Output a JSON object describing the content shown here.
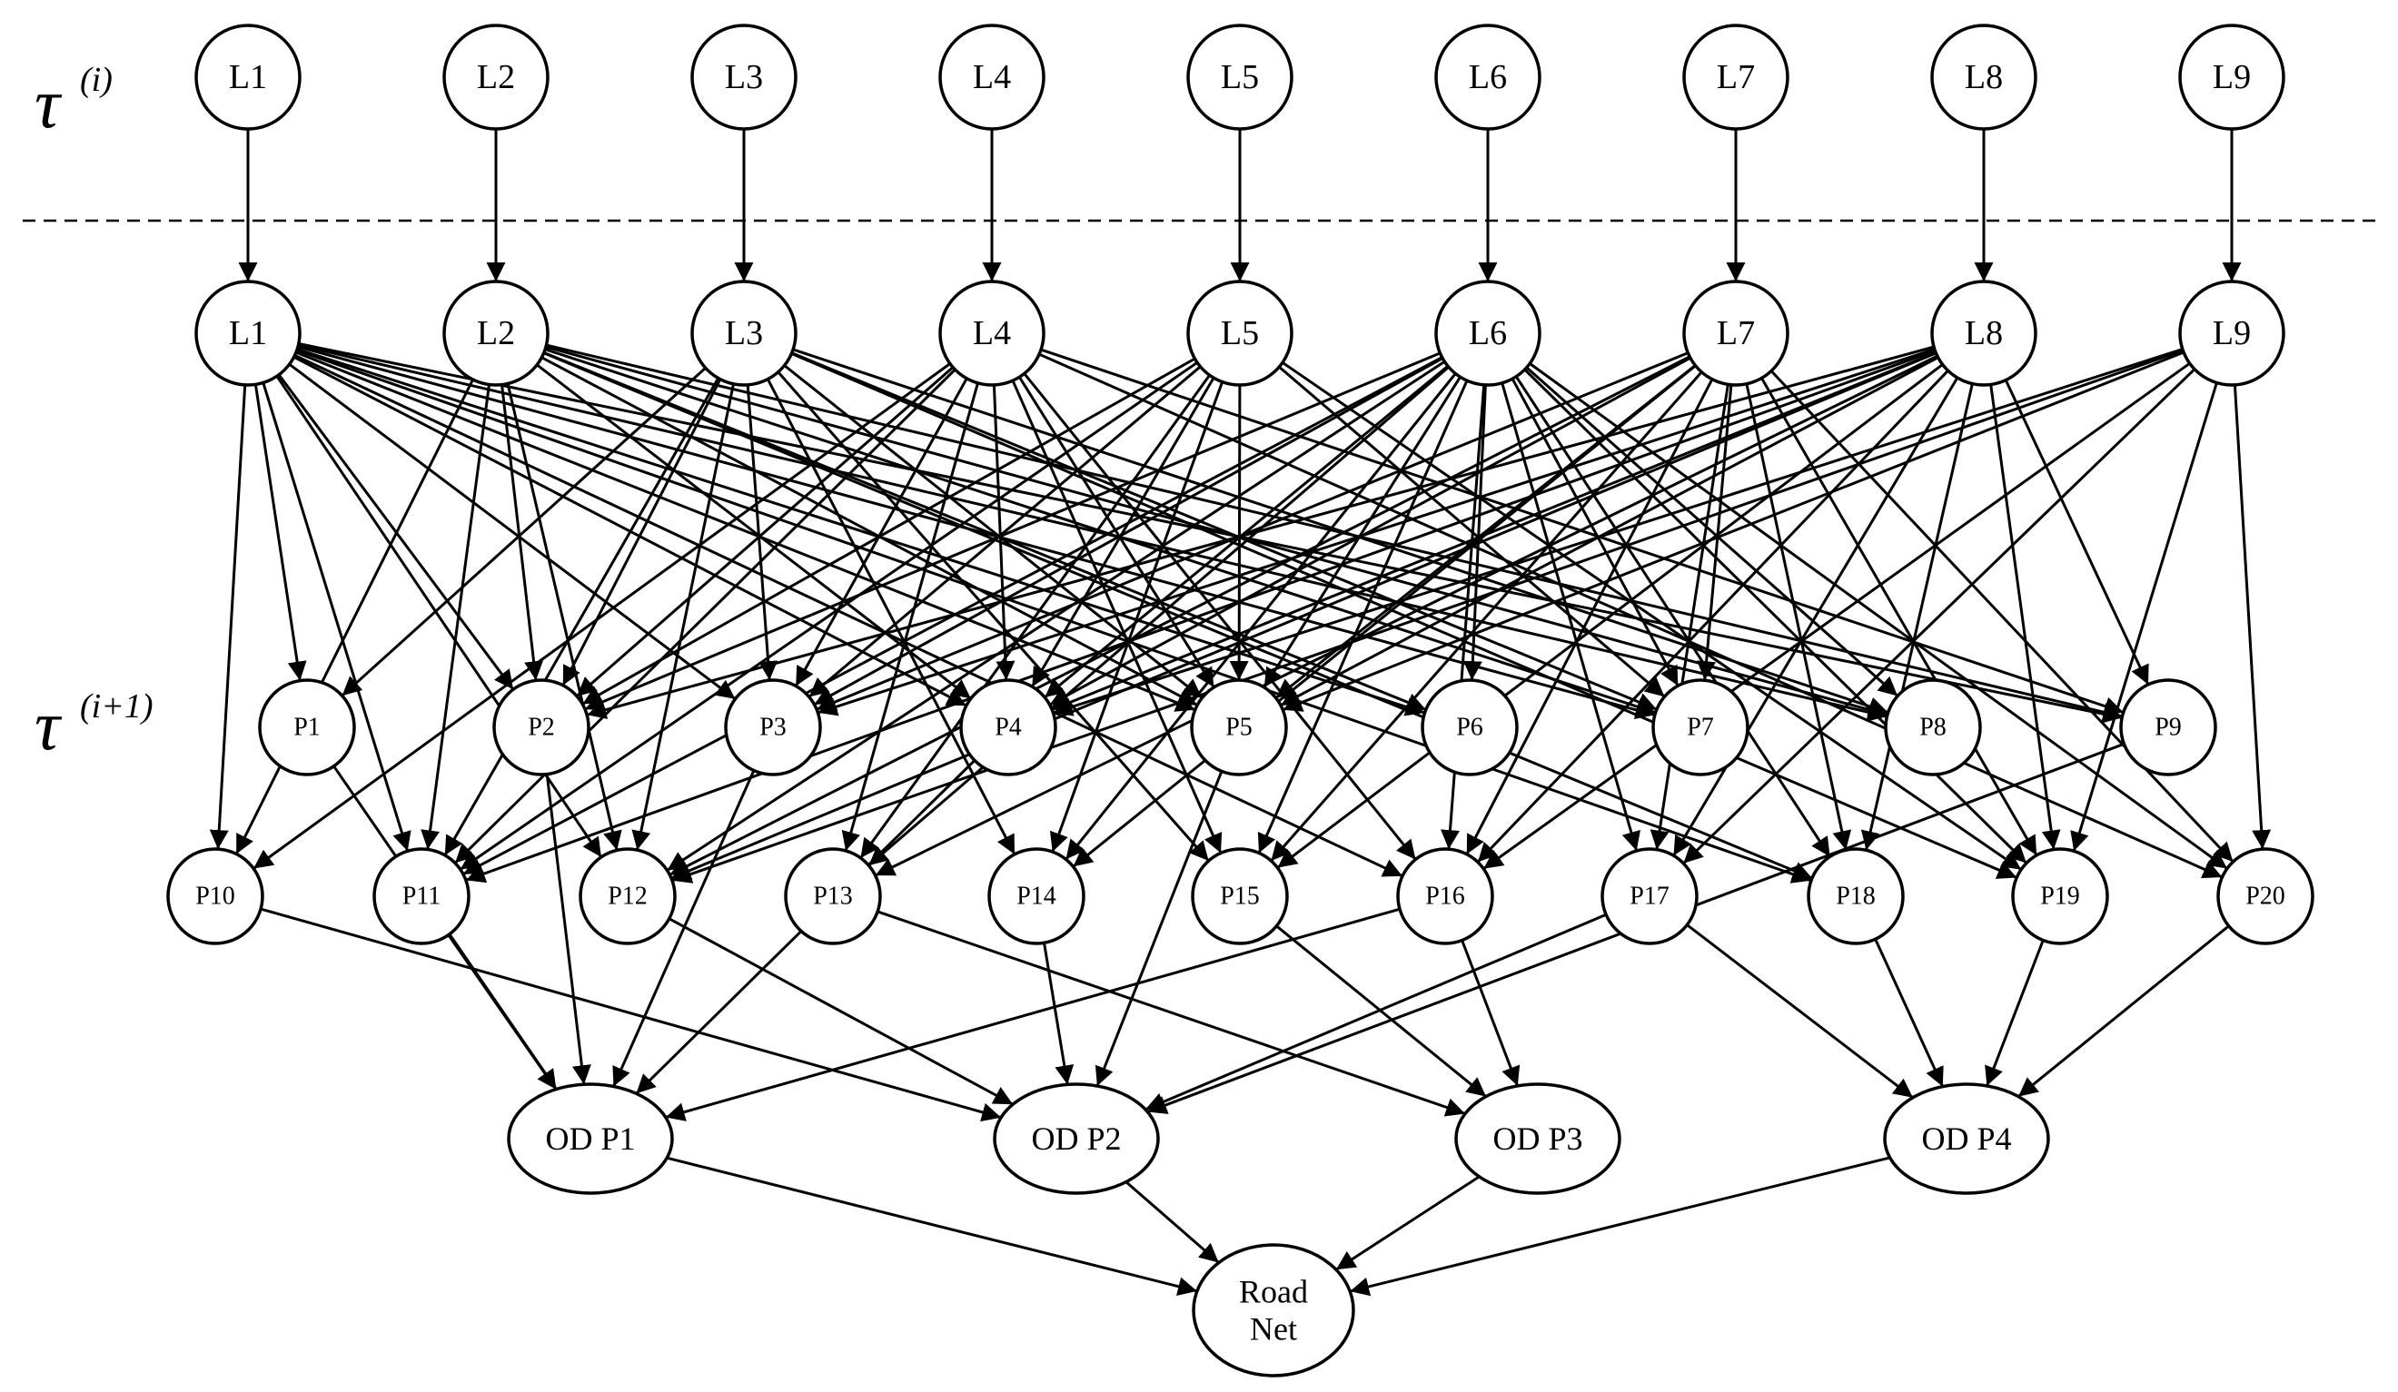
{
  "labels": {
    "tau_top": "τ",
    "tau_top_sup": "(i)",
    "tau_bottom": "τ",
    "tau_bottom_sup": "(i+1)"
  },
  "layers": {
    "top": [
      "L1",
      "L2",
      "L3",
      "L4",
      "L5",
      "L6",
      "L7",
      "L8",
      "L9"
    ],
    "second": [
      "L1",
      "L2",
      "L3",
      "L4",
      "L5",
      "L6",
      "L7",
      "L8",
      "L9"
    ],
    "p_row1": [
      "P1",
      "P2",
      "P3",
      "P4",
      "P5",
      "P6",
      "P7",
      "P8",
      "P9"
    ],
    "p_row2": [
      "P10",
      "P11",
      "P12",
      "P13",
      "P14",
      "P15",
      "P16",
      "P17",
      "P18",
      "P19",
      "P20"
    ],
    "od": [
      "OD P1",
      "OD P2",
      "OD P3",
      "OD P4"
    ],
    "sink": [
      "Road",
      "Net"
    ]
  },
  "edges": {
    "time": [
      [
        "L1",
        "L1"
      ],
      [
        "L2",
        "L2"
      ],
      [
        "L3",
        "L3"
      ],
      [
        "L4",
        "L4"
      ],
      [
        "L5",
        "L5"
      ],
      [
        "L6",
        "L6"
      ],
      [
        "L7",
        "L7"
      ],
      [
        "L8",
        "L8"
      ],
      [
        "L9",
        "L9"
      ]
    ],
    "L_to_P": {
      "L1": [
        "P1",
        "P2",
        "P3",
        "P4",
        "P5",
        "P6",
        "P7",
        "P8",
        "P9",
        "P10",
        "P11",
        "P12",
        "P16",
        "P18"
      ],
      "L2": [
        "P2",
        "P4",
        "P5",
        "P6",
        "P7",
        "P8",
        "P9",
        "P10",
        "P11",
        "P12",
        "P18"
      ],
      "L3": [
        "P1",
        "P2",
        "P3",
        "P5",
        "P7",
        "P8",
        "P11",
        "P12",
        "P14",
        "P15",
        "P19"
      ],
      "L4": [
        "P2",
        "P3",
        "P4",
        "P5",
        "P9",
        "P10",
        "P11",
        "P13",
        "P15",
        "P16",
        "P20"
      ],
      "L5": [
        "P2",
        "P3",
        "P4",
        "P5",
        "P7",
        "P11",
        "P13",
        "P14",
        "P19"
      ],
      "L6": [
        "P2",
        "P3",
        "P4",
        "P5",
        "P6",
        "P7",
        "P8",
        "P11",
        "P12",
        "P13",
        "P14",
        "P15",
        "P16",
        "P17",
        "P18",
        "P19",
        "P20"
      ],
      "L7": [
        "P3",
        "P4",
        "P5",
        "P7",
        "P12",
        "P14",
        "P15",
        "P16",
        "P17",
        "P18",
        "P19",
        "P20"
      ],
      "L8": [
        "P2",
        "P3",
        "P4",
        "P5",
        "P9",
        "P11",
        "P12",
        "P13",
        "P15",
        "P16",
        "P17",
        "P18",
        "P19"
      ],
      "L9": [
        "P4",
        "P5",
        "P12",
        "P16",
        "P17",
        "P19",
        "P20"
      ]
    },
    "P_to_OD": {
      "OD P1": [
        "P1",
        "P2",
        "P3",
        "P4",
        "P11",
        "P16"
      ],
      "OD P2": [
        "P5",
        "P9",
        "P10",
        "P12",
        "P14",
        "P17"
      ],
      "OD P3": [
        "P13",
        "P15",
        "P16"
      ],
      "OD P4": [
        "P17",
        "P18",
        "P19",
        "P20"
      ]
    },
    "OD_to_sink": [
      "OD P1",
      "OD P2",
      "OD P3",
      "OD P4"
    ]
  }
}
